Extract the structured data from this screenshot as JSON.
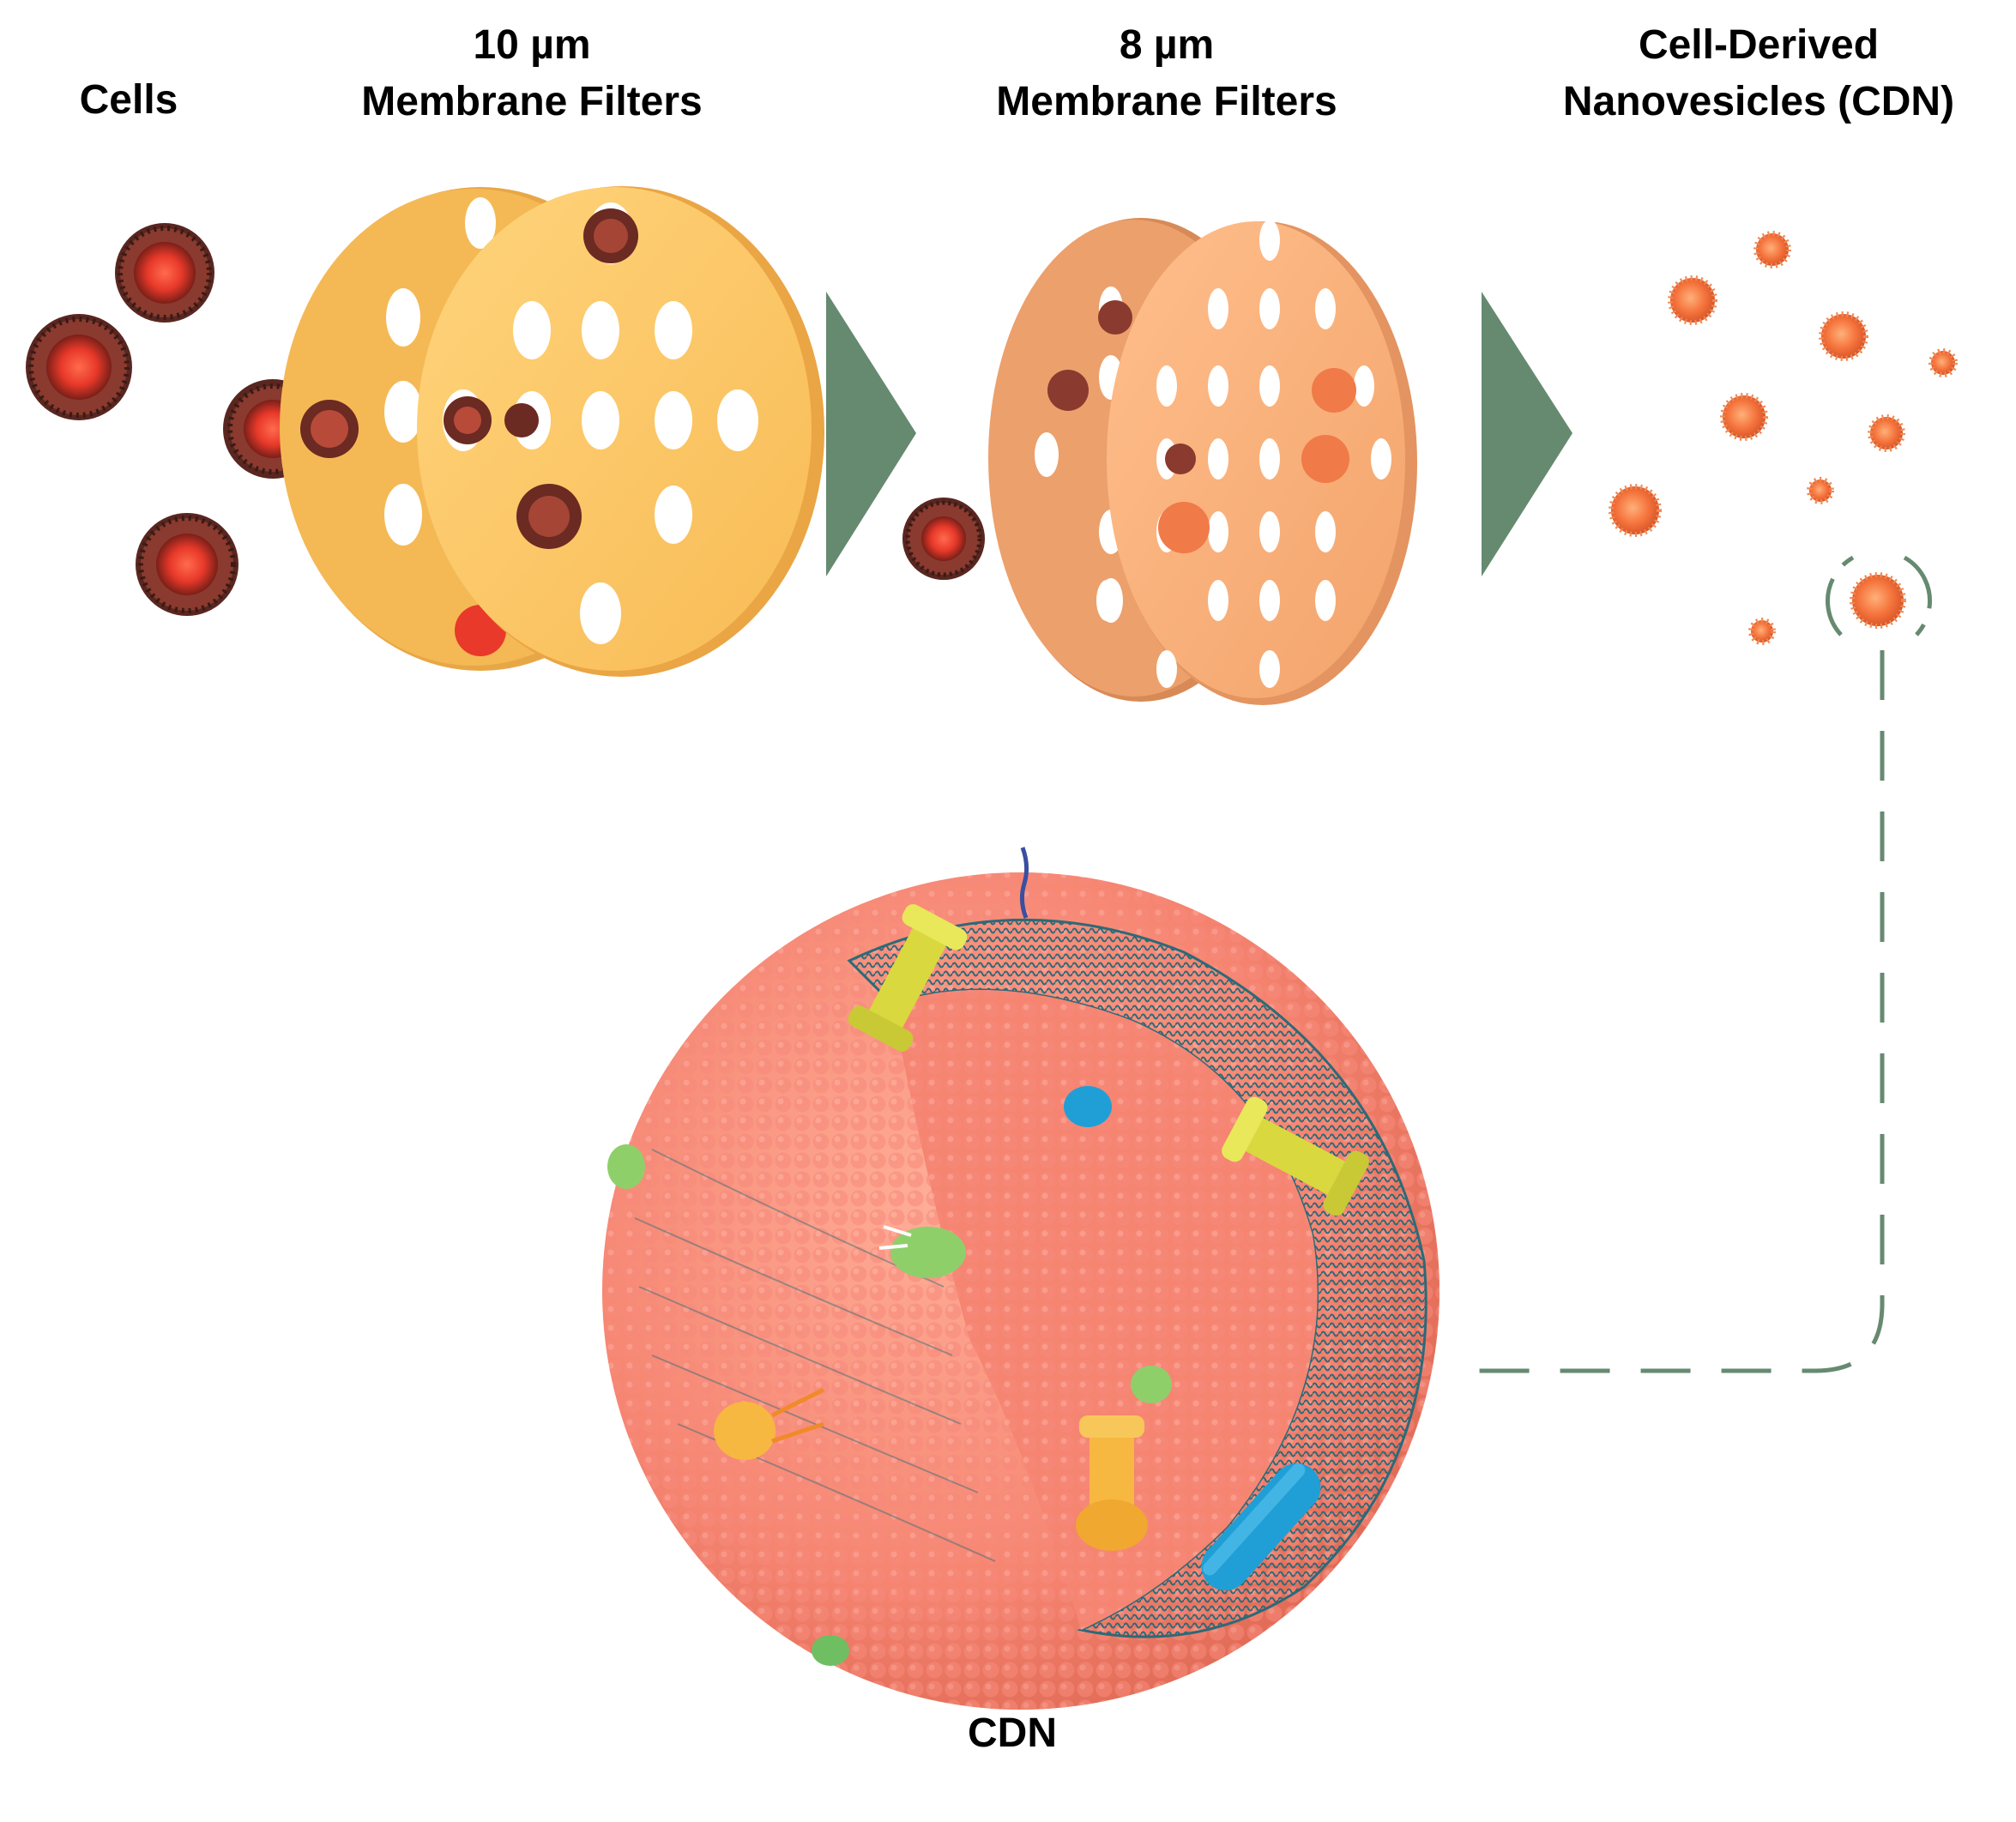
{
  "labels": {
    "cells": "Cells",
    "filter10_line1": "10 µm",
    "filter10_line2": "Membrane Filters",
    "filter8_line1": "8 µm",
    "filter8_line2": "Membrane Filters",
    "cdn_line1": "Cell-Derived",
    "cdn_line2": "Nanovesicles (CDN)",
    "cdn_bottom": "CDN"
  },
  "colors": {
    "arrow": "#668a70",
    "dashed_connector": "#668a70",
    "cell_core": "#e8392a",
    "cell_shell": "#6b2a22",
    "filter10_front": "#fbc661",
    "filter10_back": "#f2b552",
    "filter8_front": "#f6ae77",
    "filter8_back": "#e89a62",
    "vesicle": "#f5733c",
    "lipid_head": "#f58470",
    "lipid_tail": "#2c6a78",
    "protein_yellow": "#dfe04a",
    "protein_green": "#8fcf6a",
    "protein_blue": "#1f9fd6",
    "protein_orange": "#f6b840"
  },
  "icons": {
    "process_arrow": "right-triangle-arrow",
    "cell": "spiky-cell-icon",
    "vesicle": "spiky-vesicle-icon"
  }
}
